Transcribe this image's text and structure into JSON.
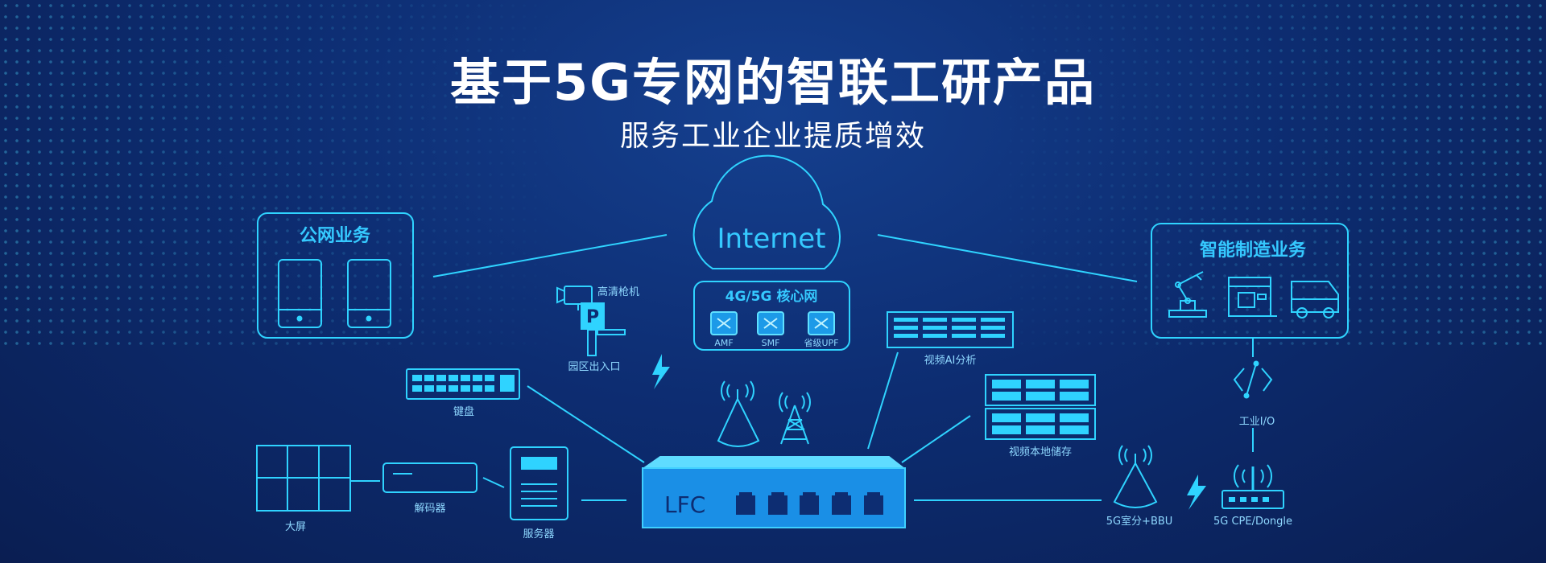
{
  "header": {
    "title": "基于5G专网的智联工研产品",
    "subtitle": "服务工业企业提质增效"
  },
  "diagram": {
    "internet": "Internet",
    "core_network": {
      "title": "4G/5G 核心网",
      "functions": [
        "AMF",
        "SMF",
        "省级UPF"
      ]
    },
    "public_service": "公网业务",
    "smart_manufacturing": "智能制造业务",
    "camera": "高清枪机",
    "park_gate": "园区出入口",
    "keyboard": "键盘",
    "big_screen": "大屏",
    "decoder": "解码器",
    "server": "服务器",
    "lfc": "LFC",
    "video_ai": "视频AI分析",
    "video_storage": "视频本地储存",
    "indoor_bbu": "5G室分+BBU",
    "cpe_dongle": "5G CPE/Dongle",
    "industrial_io": "工业I/O",
    "parking_sign": "P"
  },
  "colors": {
    "line": "#2fd3ff",
    "accent_text": "#35c9ff",
    "label_text": "#8fd8ff",
    "lfc_fill": "#1a8fe6"
  }
}
